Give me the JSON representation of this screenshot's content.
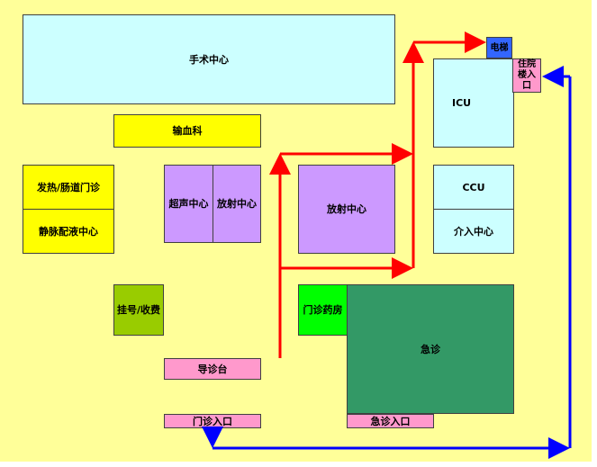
{
  "colors": {
    "background": "#ffff99",
    "surgery": "#ccffff",
    "yellow_room": "#ffff00",
    "purple_room": "#cc99ff",
    "olive_room": "#99cc00",
    "pink_room": "#ff99cc",
    "green_pharmacy": "#00ff00",
    "emergency": "#339966",
    "elevator": "#3366ff",
    "route_red": "#ff0000",
    "route_blue": "#0000ff"
  },
  "rooms": {
    "surgery": "手术中心",
    "blood_transfusion": "输血科",
    "fever_clinic": "发热/肠道门诊",
    "iv_center": "静脉配液中心",
    "ultrasound": "超声中心",
    "radiology_small": "放射中心",
    "radiology_main": "放射中心",
    "registration": "挂号/收费",
    "guide_desk": "导诊台",
    "outpatient_entrance": "门诊入口",
    "pharmacy": "门诊药房",
    "emergency": "急诊",
    "emergency_entrance": "急诊入口",
    "icu": "ICU",
    "ccu": "CCU",
    "intervention": "介入中心",
    "elevator": "电梯",
    "inpatient_entrance": "住院楼入口"
  },
  "icons": {
    "route_red": "red-arrow-route",
    "route_blue": "blue-arrow-route"
  }
}
